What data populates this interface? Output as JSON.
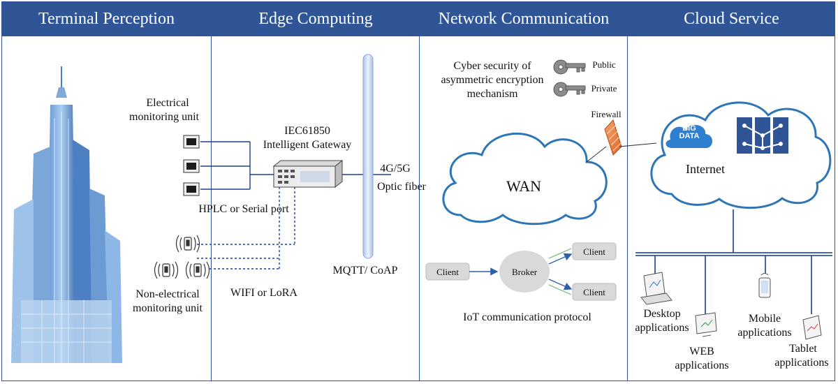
{
  "headers": {
    "terminal": "Terminal Perception",
    "edge": "Edge Computing",
    "network": "Network Communication",
    "cloud": "Cloud Service"
  },
  "terminal": {
    "electrical_l1": "Electrical",
    "electrical_l2": "monitoring unit",
    "hplc": "HPLC or Serial port",
    "nonelec_l1": "Non-electrical",
    "nonelec_l2": "monitoring unit"
  },
  "edge": {
    "gateway_l1": "IEC61850",
    "gateway_l2": "Intelligent Gateway",
    "g45": "4G/5G",
    "optic": "Optic fiber",
    "wifi": "WIFI or LoRA",
    "mqtt": "MQTT/ CoAP"
  },
  "network": {
    "cyber_l1": "Cyber security of",
    "cyber_l2": "asymmetric encryption",
    "cyber_l3": "mechanism",
    "public": "Public",
    "private": "Private",
    "firewall": "Firewall",
    "wan": "WAN",
    "client_left": "Client",
    "broker": "Broker",
    "client_top": "Client",
    "client_bottom": "Client",
    "iot": "IoT communication protocol"
  },
  "cloud": {
    "big": "BIG",
    "data": "DATA",
    "internet": "Internet",
    "desktop_l1": "Desktop",
    "desktop_l2": "applications",
    "web_l1": "WEB",
    "web_l2": "applications",
    "mobile_l1": "Mobile",
    "mobile_l2": "applications",
    "tablet_l1": "Tablet",
    "tablet_l2": "applications"
  },
  "colors": {
    "header": "#2f5597",
    "cloud_stroke": "#2e75b6",
    "pole": "#c9d8ef"
  }
}
